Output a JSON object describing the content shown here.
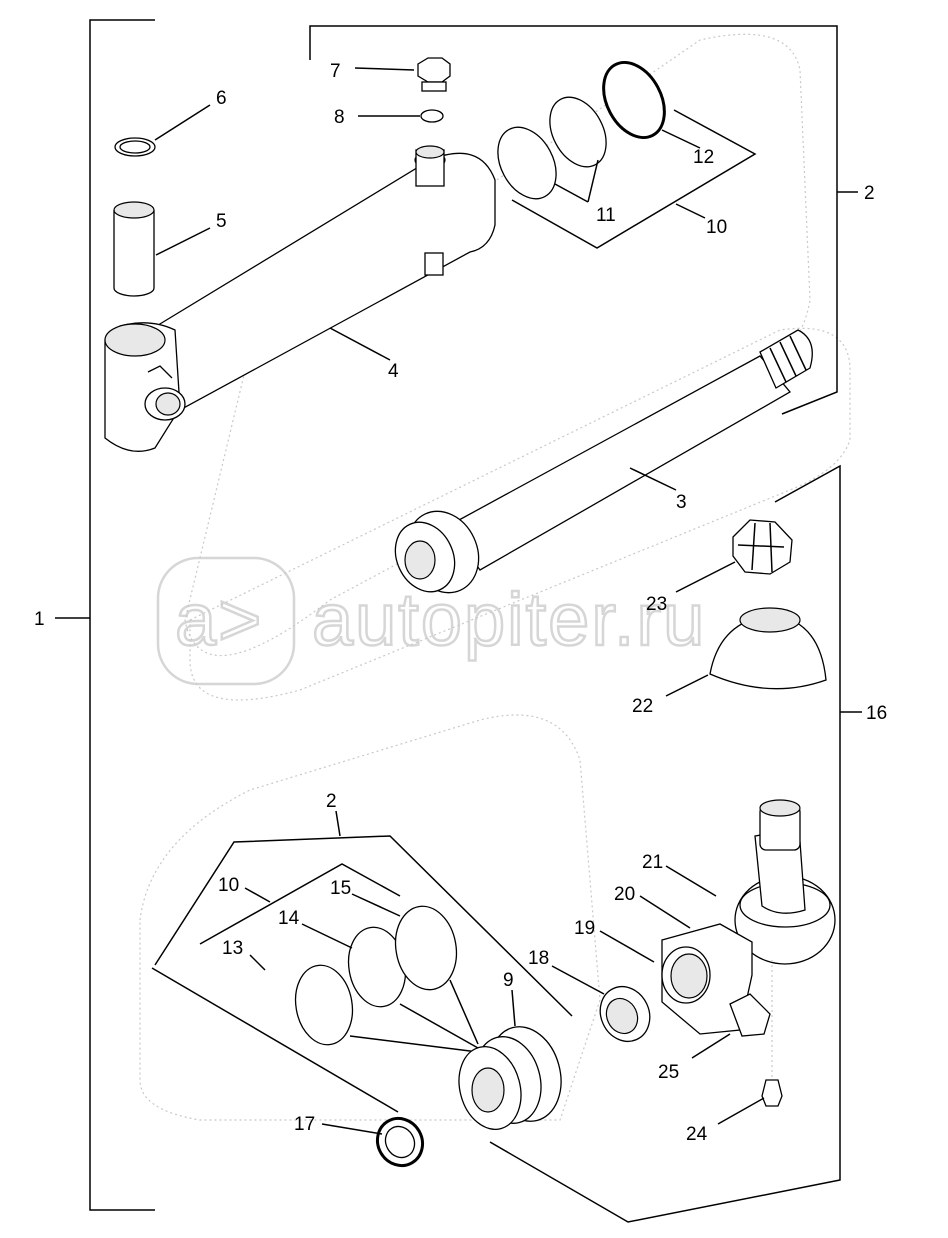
{
  "watermark": {
    "text": "autopiter.ru"
  },
  "labels": {
    "l1": "1",
    "l2a": "2",
    "l2b": "2",
    "l3": "3",
    "l4": "4",
    "l5": "5",
    "l6": "6",
    "l7": "7",
    "l8": "8",
    "l9": "9",
    "l10a": "10",
    "l10b": "10",
    "l11": "11",
    "l12": "12",
    "l13": "13",
    "l14": "14",
    "l15": "15",
    "l16": "16",
    "l17": "17",
    "l18": "18",
    "l19": "19",
    "l20": "20",
    "l21": "21",
    "l22": "22",
    "l23": "23",
    "l24": "24",
    "l25": "25"
  },
  "parts": [
    {
      "label": "l4",
      "icon": "cylinder-barrel"
    },
    {
      "label": "l3",
      "icon": "piston-rod"
    },
    {
      "label": "l5",
      "icon": "bushing"
    },
    {
      "label": "l6",
      "icon": "o-ring"
    },
    {
      "label": "l7",
      "icon": "bleed-screw"
    },
    {
      "label": "l8",
      "icon": "washer"
    },
    {
      "label": "l9",
      "icon": "gland"
    },
    {
      "label": "l22",
      "icon": "dust-boot"
    },
    {
      "label": "l23",
      "icon": "castle-nut"
    },
    {
      "label": "l21",
      "icon": "ball-joint"
    },
    {
      "label": "l24",
      "icon": "grease-fitting"
    }
  ]
}
